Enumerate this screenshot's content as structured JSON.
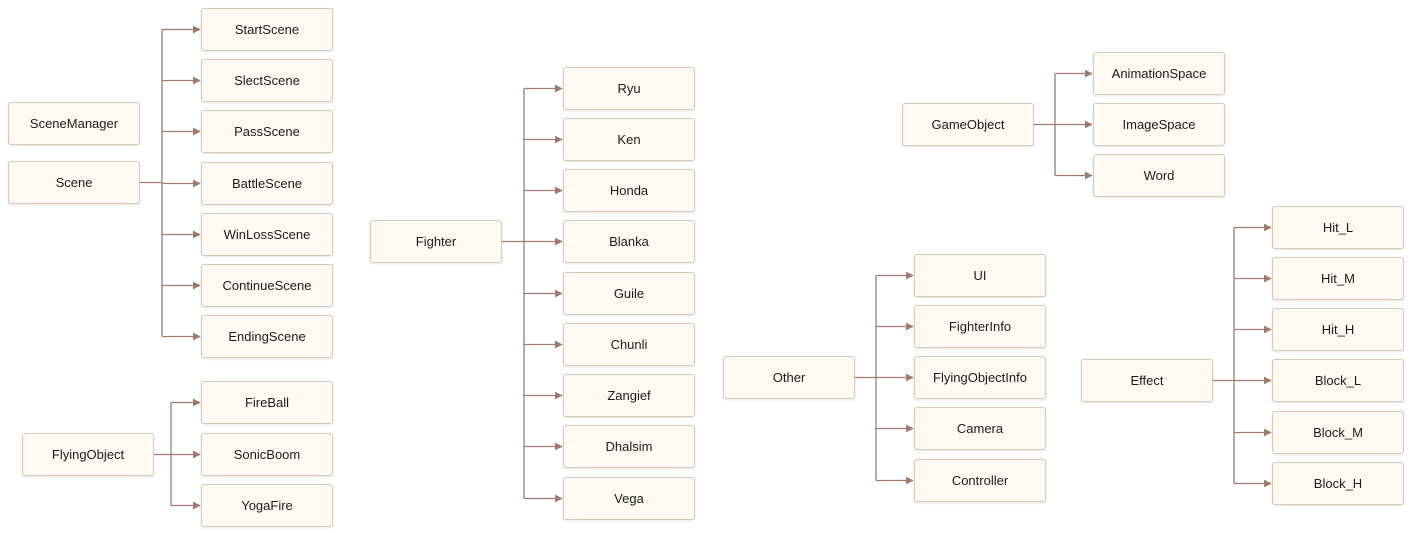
{
  "colors": {
    "line": "#9e7b6c",
    "node_fill": "#fefaf1",
    "node_border": "#dcc6b6",
    "text": "#1f1a17"
  },
  "nodes": {
    "scene_manager": "SceneManager",
    "scene": "Scene",
    "start_scene": "StartScene",
    "slect_scene": "SlectScene",
    "pass_scene": "PassScene",
    "battle_scene": "BattleScene",
    "winloss_scene": "WinLossScene",
    "continue_scene": "ContinueScene",
    "ending_scene": "EndingScene",
    "flying_object": "FlyingObject",
    "fireball": "FireBall",
    "sonicboom": "SonicBoom",
    "yogafire": "YogaFire",
    "fighter": "Fighter",
    "ryu": "Ryu",
    "ken": "Ken",
    "honda": "Honda",
    "blanka": "Blanka",
    "guile": "Guile",
    "chunli": "Chunli",
    "zangief": "Zangief",
    "dhalsim": "Dhalsim",
    "vega": "Vega",
    "game_object": "GameObject",
    "animation_space": "AnimationSpace",
    "image_space": "ImageSpace",
    "word": "Word",
    "other": "Other",
    "ui": "UI",
    "fighter_info": "FighterInfo",
    "flying_object_info": "FlyingObjectInfo",
    "camera": "Camera",
    "controller": "Controller",
    "effect": "Effect",
    "hit_l": "Hit_L",
    "hit_m": "Hit_M",
    "hit_h": "Hit_H",
    "block_l": "Block_L",
    "block_m": "Block_M",
    "block_h": "Block_H"
  },
  "edges": [
    {
      "from": "scene",
      "to": [
        "start_scene",
        "slect_scene",
        "pass_scene",
        "battle_scene",
        "winloss_scene",
        "continue_scene",
        "ending_scene"
      ]
    },
    {
      "from": "flying_object",
      "to": [
        "fireball",
        "sonicboom",
        "yogafire"
      ]
    },
    {
      "from": "fighter",
      "to": [
        "ryu",
        "ken",
        "honda",
        "blanka",
        "guile",
        "chunli",
        "zangief",
        "dhalsim",
        "vega"
      ]
    },
    {
      "from": "game_object",
      "to": [
        "animation_space",
        "image_space",
        "word"
      ]
    },
    {
      "from": "other",
      "to": [
        "ui",
        "fighter_info",
        "flying_object_info",
        "camera",
        "controller"
      ]
    },
    {
      "from": "effect",
      "to": [
        "hit_l",
        "hit_m",
        "hit_h",
        "block_l",
        "block_m",
        "block_h"
      ]
    }
  ]
}
